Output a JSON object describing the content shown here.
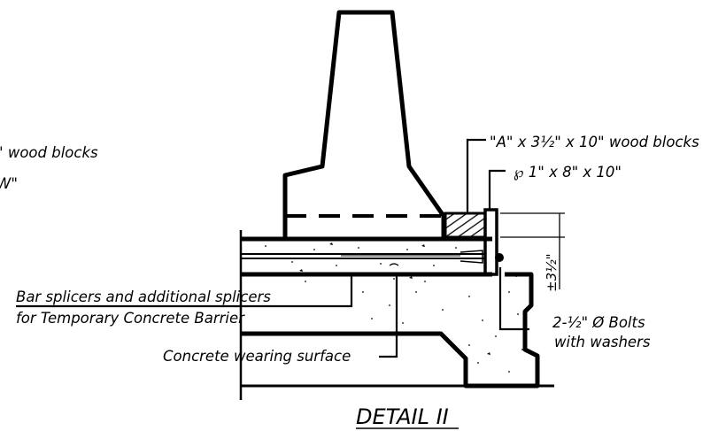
{
  "title": "DETAIL II",
  "labels": {
    "wood_blocks": "\"A\" x 3½\" x 10\" wood blocks",
    "plate": "℘ 1\" x 8\" x 10\"",
    "bolts_line1": "2-½\" Ø Bolts",
    "bolts_line2": "with washers",
    "splicers_line1": "Bar splicers and additional splicers",
    "splicers_line2": "for Temporary Concrete Barrier",
    "wearing_surface": "Concrete wearing surface",
    "cut_left_line1": "\" wood blocks",
    "cut_left_line2": "W\"",
    "dimension": "±3½\""
  }
}
